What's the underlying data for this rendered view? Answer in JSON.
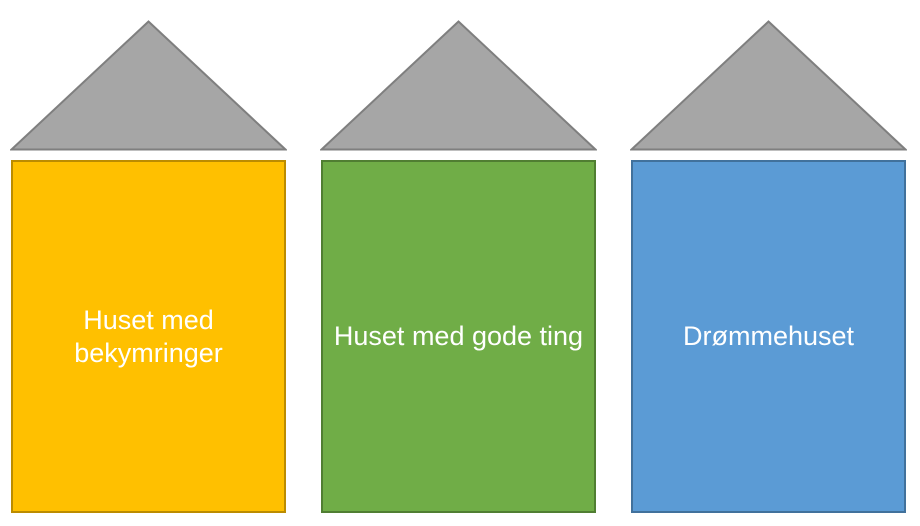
{
  "diagram": {
    "background_color": "#FFFFFF",
    "text_color": "#FFFFFF",
    "roof": {
      "fill": "#A6A6A6",
      "stroke": "#7F7F7F"
    },
    "houses": [
      {
        "label": "Huset med bekymringer",
        "fill": "#FFC000",
        "stroke": "#BC8C00"
      },
      {
        "label": "Huset med gode ting",
        "fill": "#70AD47",
        "stroke": "#507E32"
      },
      {
        "label": "Drømmehuset",
        "fill": "#5B9BD5",
        "stroke": "#41719C"
      }
    ]
  }
}
